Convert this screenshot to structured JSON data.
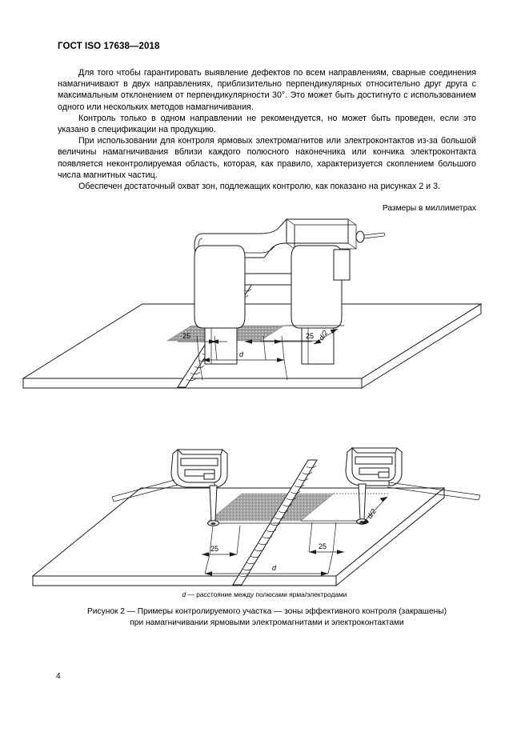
{
  "document": {
    "standard_header": "ГОСТ ISO 17638—2018",
    "page_number": "4"
  },
  "body": {
    "paragraphs": [
      "Для того чтобы гарантировать выявление дефектов по всем направлениям, сварные соединения намагничивают в двух направлениях, приблизительно перпендикулярных относительно друг друга с максимальным отклонением от перпендикулярности 30°. Это может быть достигнуто с использованием одного или нескольких методов намагничивания.",
      "Контроль только в одном направлении не рекомендуется, но может быть проведен, если это указано в спецификации на продукцию.",
      "При использовании для контроля ярмовых электромагнитов или электроконтактов из-за большой величины намагничивания вблизи каждого полюсного наконечника или кончика электроконтакта появляется неконтролируемая область, которая, как правило, характеризуется скоплением большого числа магнитных частиц.",
      "Обеспечен достаточный охват зон, подлежащих контролю, как показано на рисунках 2 и 3."
    ]
  },
  "units_note": "Размеры в миллиметрах",
  "figure": {
    "legend_symbol": "d",
    "legend_dash": "—",
    "legend_text": "расстояние между полюсами ярма/электродами",
    "caption_line1": "Рисунок 2 — Примеры контролируемого участка — зоны эффективного контроля (закрашены)",
    "caption_line2": "при намагничивании ярмовыми электромагнитами и электроконтактами",
    "upper_diagram": {
      "name": "yoke-electromagnet-diagram",
      "dim_left": "25",
      "dim_right": "25",
      "dim_span": "d",
      "dim_depth": "d/2"
    },
    "lower_diagram": {
      "name": "prod-electrode-diagram",
      "dim_left": "25",
      "dim_right": "25",
      "dim_span": "d",
      "dim_depth": "d/2"
    }
  },
  "colors": {
    "ink": "#1a1a1a",
    "shaded_zone": "#9a9a9a",
    "paper": "#ffffff"
  }
}
